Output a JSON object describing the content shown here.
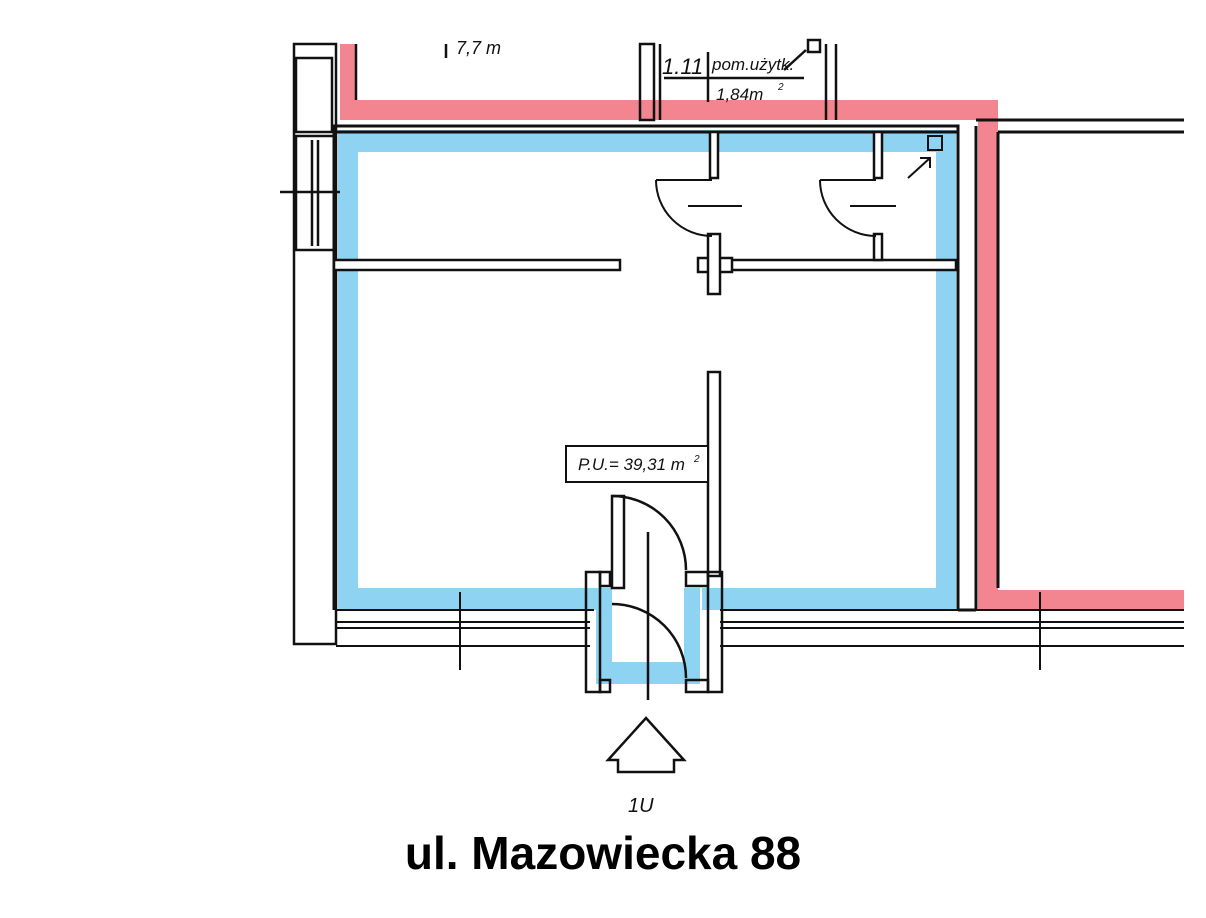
{
  "plan": {
    "room_top_partial_label": "7,7 m",
    "room_number": "1.11",
    "room_name": "pom.użytk.",
    "room_area": "1,84m",
    "room_area_exp": "2",
    "unit_area_label": "P.U.= 39,31 m",
    "unit_area_exp": "2",
    "entrance_label": "1U"
  },
  "caption": "ul. Mazowiecka 88",
  "colors": {
    "unit_highlight": "#8fd3f3",
    "neighbor_highlight": "#f2858f",
    "wall": "#111111"
  }
}
